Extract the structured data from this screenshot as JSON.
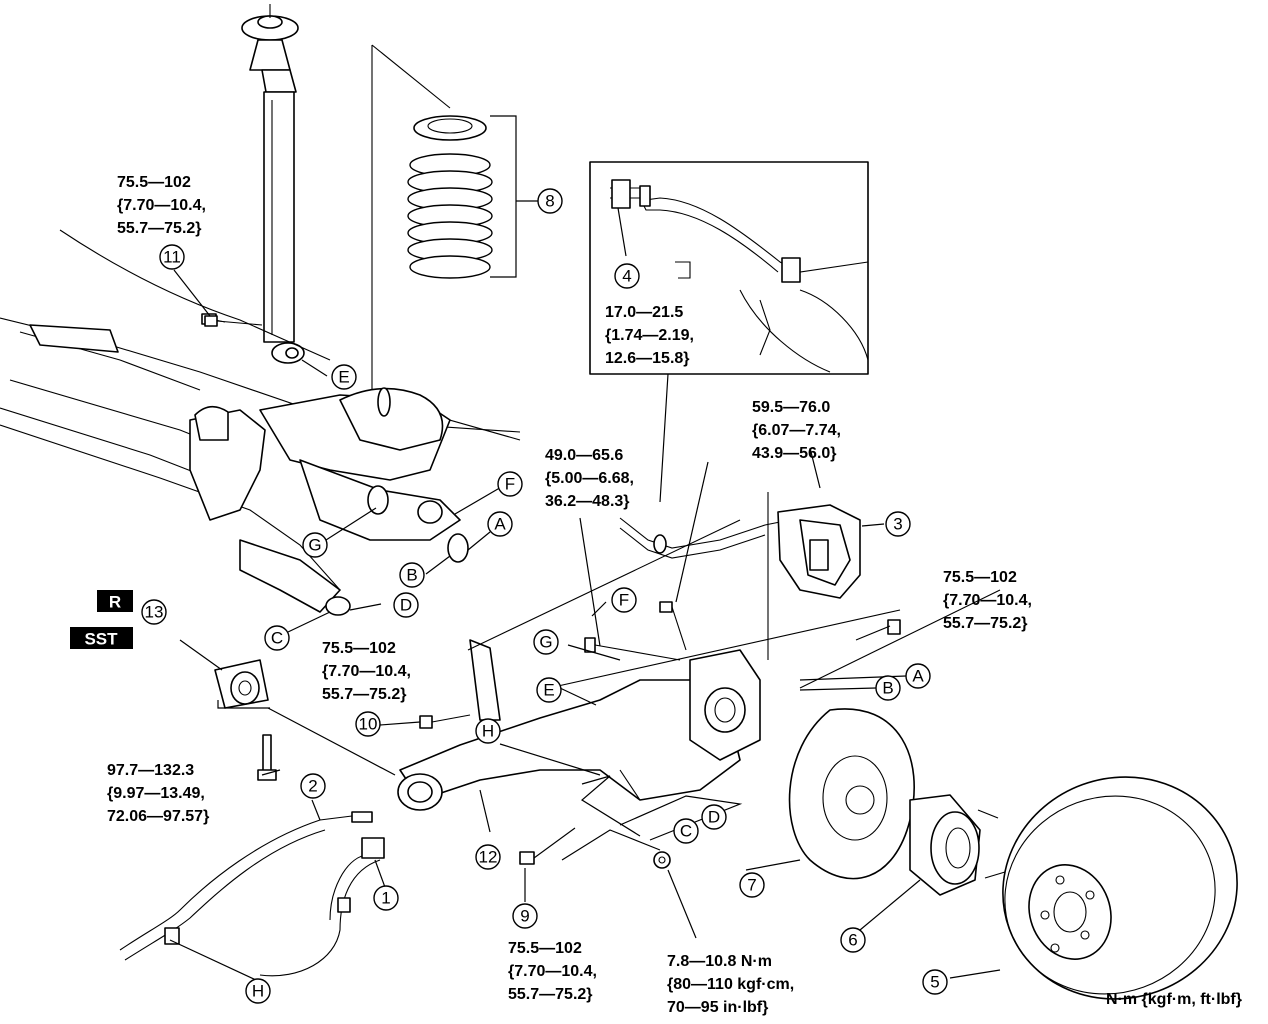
{
  "callouts": {
    "c1": "1",
    "c2": "2",
    "c3": "3",
    "c4": "4",
    "c5": "5",
    "c6": "6",
    "c7": "7",
    "c8": "8",
    "c9": "9",
    "c10": "10",
    "c11": "11",
    "c12": "12",
    "c13": "13"
  },
  "letters": {
    "A": "A",
    "B": "B",
    "C": "C",
    "D": "D",
    "E": "E",
    "F": "F",
    "G": "G",
    "H": "H"
  },
  "torque": {
    "t11": [
      "75.5—102",
      "{7.70—10.4,",
      "55.7—75.2}"
    ],
    "t4": [
      "17.0—21.5",
      "{1.74—2.19,",
      "12.6—15.8}"
    ],
    "tStab": [
      "49.0—65.6",
      "{5.00—6.68,",
      "36.2—48.3}"
    ],
    "tCaliper": [
      "59.5—76.0",
      "{6.07—7.74,",
      "43.9—56.0}"
    ],
    "tRight": [
      "75.5—102",
      "{7.70—10.4,",
      "55.7—75.2}"
    ],
    "t10": [
      "75.5—102",
      "{7.70—10.4,",
      "55.7—75.2}"
    ],
    "t13": [
      "97.7—132.3",
      "{9.97—13.49,",
      "72.06—97.57}"
    ],
    "t9": [
      "75.5—102",
      "{7.70—10.4,",
      "55.7—75.2}"
    ],
    "tNut": [
      "7.8—10.8 N·m",
      "{80—110 kgf·cm,",
      "70—95 in·lbf}"
    ]
  },
  "tags": {
    "r": "R",
    "sst": "SST"
  },
  "units": "N·m {kgf·m, ft·lbf}"
}
